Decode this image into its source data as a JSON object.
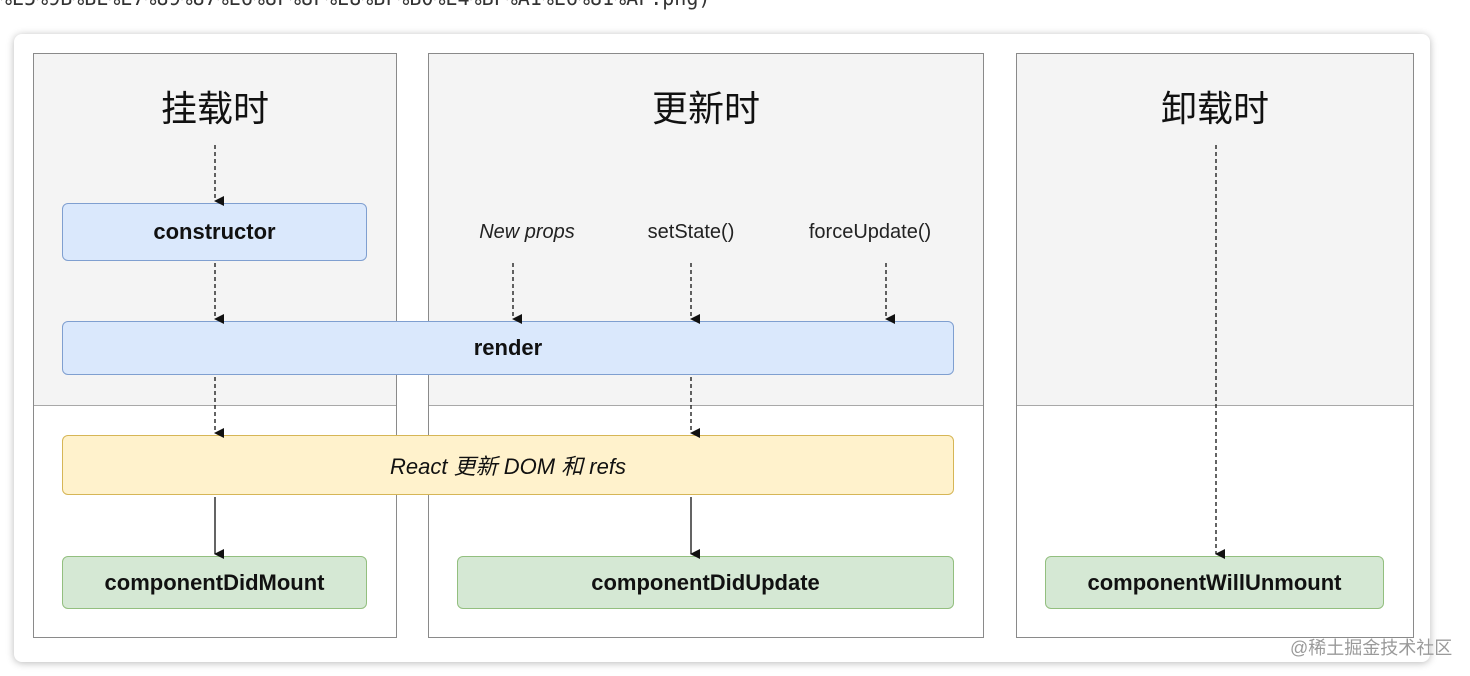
{
  "page_header_fragment": "%E5%9B%BE%E7%89%87%E6%8F%8F%E8%BF%B0%E4%BF%A1%E6%81%AF.png)",
  "colors": {
    "render_phase": "#dae8fc",
    "commit": "#fff2cc",
    "did_lifecycle": "#d5e8d4",
    "upper_bg": "#f4f4f4"
  },
  "panels": {
    "mount": {
      "title": "挂载时",
      "constructor": "constructor",
      "did": "componentDidMount"
    },
    "update": {
      "title": "更新时",
      "triggers": [
        "New props",
        "setState()",
        "forceUpdate()"
      ],
      "did": "componentDidUpdate"
    },
    "unmount": {
      "title": "卸载时",
      "will": "componentWillUnmount"
    }
  },
  "shared": {
    "render": "render",
    "commit": "React 更新 DOM 和 refs"
  },
  "watermark": "@稀土掘金技术社区"
}
